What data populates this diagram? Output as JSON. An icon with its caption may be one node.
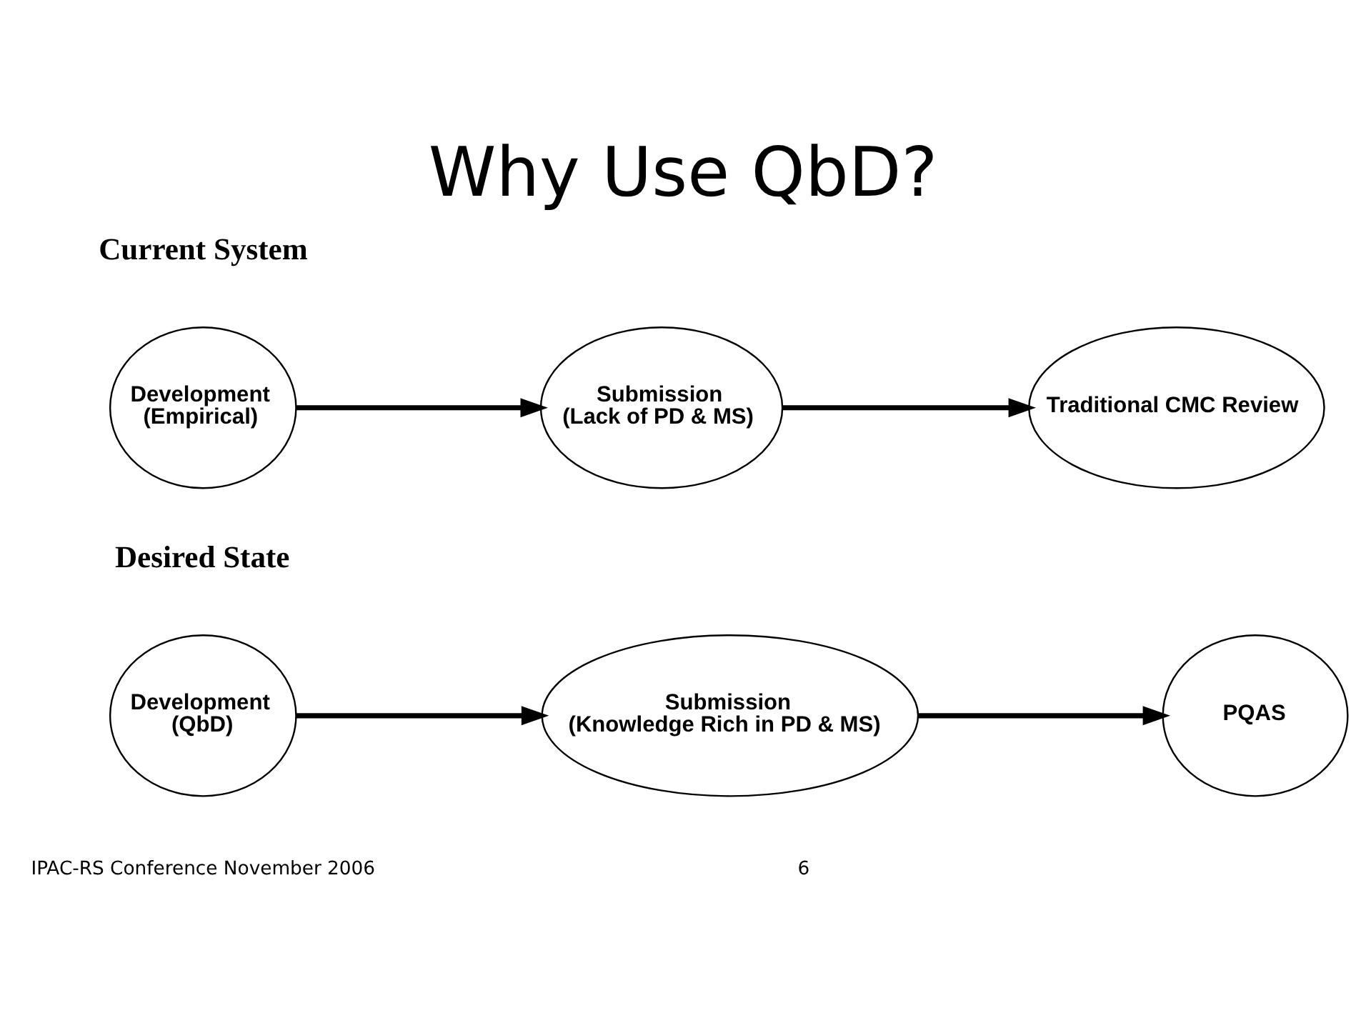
{
  "diagram": {
    "title": "Why Use QbD?",
    "nodes": [
      {
        "text": [
          "Development",
          "(Empirical)"
        ]
      },
      {
        "text": [
          "Submission",
          "(Lack of PD & MS)"
        ]
      },
      {
        "text": [
          "Traditional CMC Review"
        ]
      },
      {
        "text": [
          "Development",
          "(QbD)"
        ]
      },
      {
        "text": [
          "Submission",
          "(Knowledge Rich in PD & MS)"
        ]
      },
      {
        "text": [
          "PQAS"
        ]
      }
    ],
    "edges": [
      {
        "from": 0,
        "to": 1,
        "arrow": "to"
      },
      {
        "from": 1,
        "to": 2,
        "arrow": "to"
      },
      {
        "from": 3,
        "to": 4,
        "arrow": "to"
      },
      {
        "from": 4,
        "to": 5,
        "arrow": "to"
      }
    ],
    "labels": [
      "Current System",
      "Desired State",
      "IPAC-RS Conference November 2006",
      "6"
    ]
  }
}
